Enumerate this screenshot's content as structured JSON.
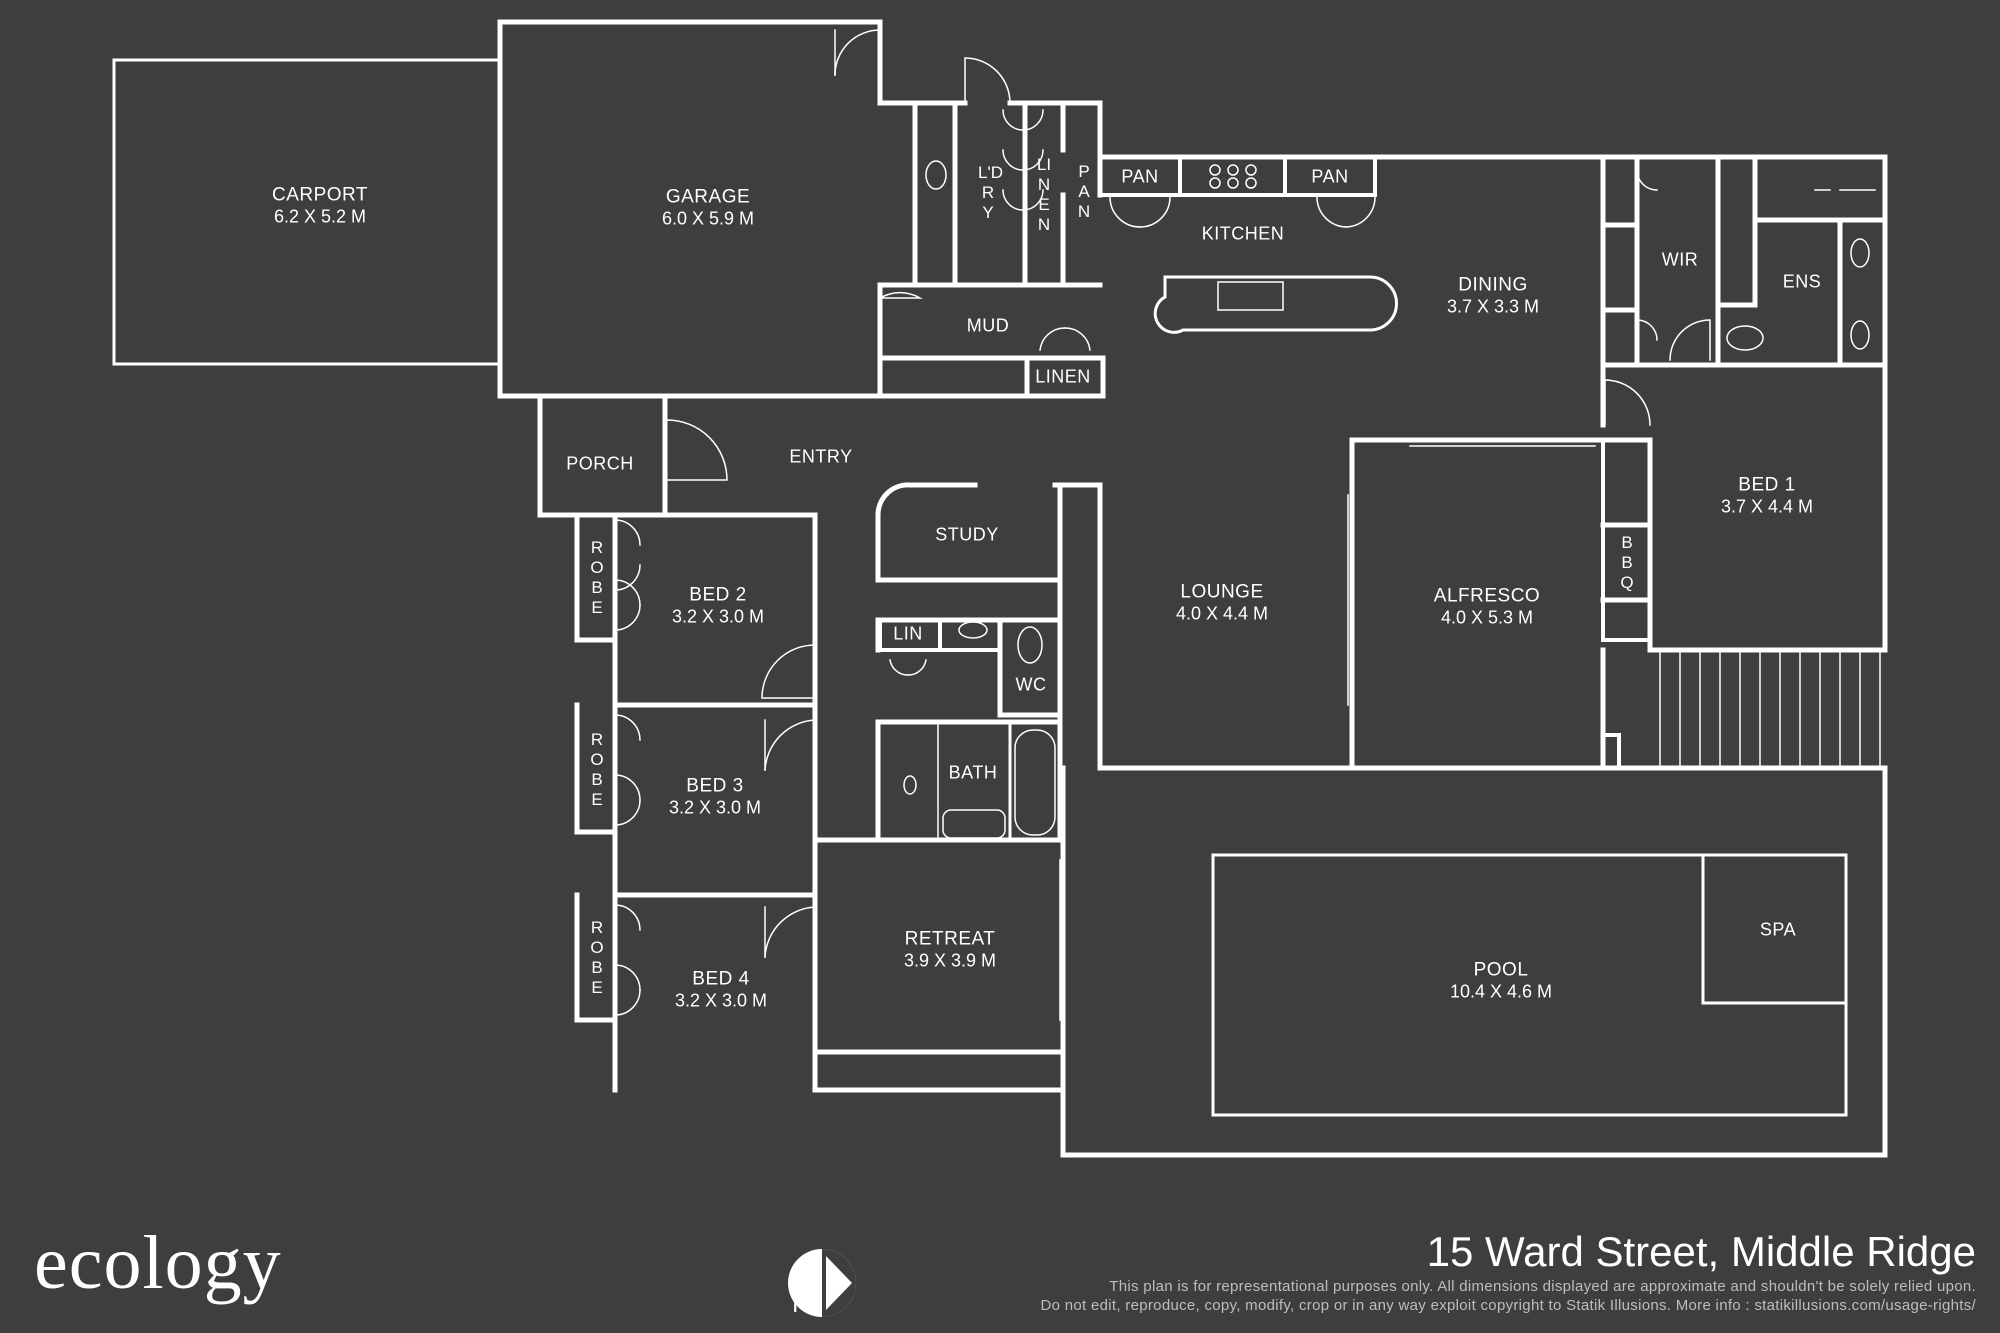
{
  "rooms": {
    "carport": {
      "name": "CARPORT",
      "dims": "6.2 X 5.2 M"
    },
    "garage": {
      "name": "GARAGE",
      "dims": "6.0 X 5.9 M"
    },
    "laundry": {
      "name": "L'DRY"
    },
    "linen_top": {
      "name": "LINEN"
    },
    "pan_vertical": {
      "name": "PAN"
    },
    "pan_1": {
      "name": "PAN"
    },
    "pan_2": {
      "name": "PAN"
    },
    "kitchen": {
      "name": "KITCHEN"
    },
    "dining": {
      "name": "DINING",
      "dims": "3.7 X 3.3 M"
    },
    "wir": {
      "name": "WIR"
    },
    "ens": {
      "name": "ENS"
    },
    "mud": {
      "name": "MUD"
    },
    "linen_mud": {
      "name": "LINEN"
    },
    "porch": {
      "name": "PORCH"
    },
    "entry": {
      "name": "ENTRY"
    },
    "study": {
      "name": "STUDY"
    },
    "lin": {
      "name": "LIN"
    },
    "wc": {
      "name": "WC"
    },
    "bath": {
      "name": "BATH"
    },
    "lounge": {
      "name": "LOUNGE",
      "dims": "4.0 X 4.4 M"
    },
    "alfresco": {
      "name": "ALFRESCO",
      "dims": "4.0 X 5.3 M"
    },
    "bed1": {
      "name": "BED 1",
      "dims": "3.7 X 4.4 M"
    },
    "bbq": {
      "name": "BBQ"
    },
    "bed2": {
      "name": "BED 2",
      "dims": "3.2 X 3.0 M"
    },
    "bed3": {
      "name": "BED 3",
      "dims": "3.2 X 3.0 M"
    },
    "bed4": {
      "name": "BED 4",
      "dims": "3.2 X 3.0 M"
    },
    "robe_1": {
      "name": "ROBE"
    },
    "robe_2": {
      "name": "ROBE"
    },
    "robe_3": {
      "name": "ROBE"
    },
    "retreat": {
      "name": "RETREAT",
      "dims": "3.9 X 3.9 M"
    },
    "pool": {
      "name": "POOL",
      "dims": "10.4 X 4.6 M"
    },
    "spa": {
      "name": "SPA"
    }
  },
  "footer": {
    "brand": "ecology",
    "address": "15 Ward Street, Middle Ridge",
    "disclaimer_line1": "This plan is for representational purposes only. All dimensions displayed are approximate and shouldn't be solely relied upon.",
    "disclaimer_line2": "Do not edit, reproduce, copy, modify, crop or in any way exploit copyright to Statik Illusions. More info : statikillusions.com/usage-rights/",
    "north_label": "N"
  },
  "colors": {
    "background": "#3e3e3e",
    "walls": "#ffffff"
  }
}
